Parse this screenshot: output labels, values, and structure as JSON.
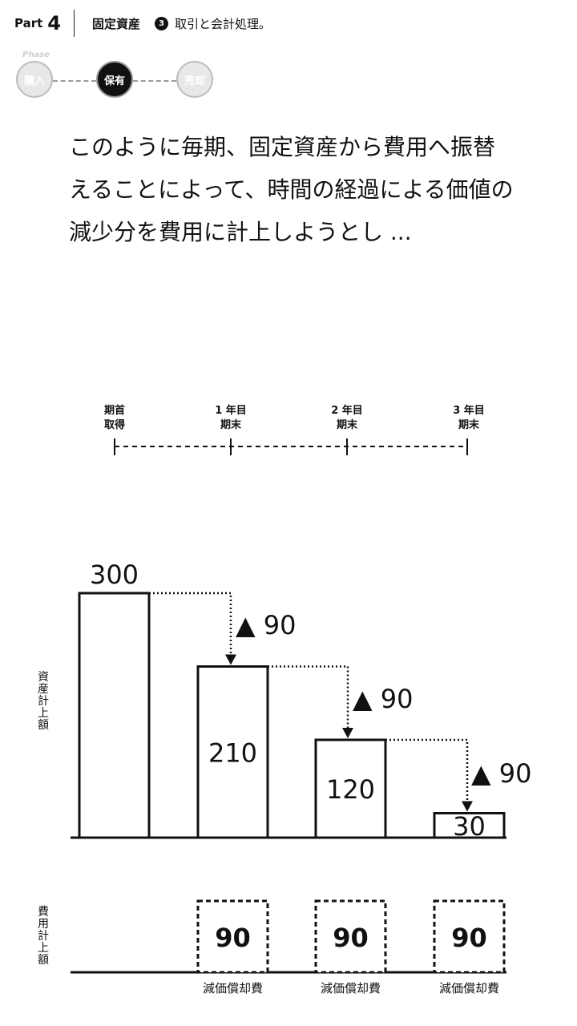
{
  "header": {
    "part_label": "Part",
    "part_number": "4",
    "section_title": "固定資産",
    "step_number": "3",
    "subtitle": "取引と会計処理。"
  },
  "phases": {
    "label": "Phase",
    "items": [
      {
        "label": "購入",
        "state": "inactive"
      },
      {
        "label": "保有",
        "state": "active"
      },
      {
        "label": "売却",
        "state": "inactive"
      }
    ]
  },
  "paragraph": {
    "lines": [
      "このように毎期、固定資産から費用へ振替",
      "えることによって、時間の経過による価値の",
      "減少分を費用に計上しようとし ..."
    ]
  },
  "timeline": {
    "points": [
      {
        "line1": "期首",
        "line2": "取得"
      },
      {
        "line1": "1 年目",
        "line2": "期末"
      },
      {
        "line1": "2 年目",
        "line2": "期末"
      },
      {
        "line1": "3 年目",
        "line2": "期末"
      }
    ]
  },
  "axis": {
    "asset_label": [
      "資",
      "産",
      "計",
      "上",
      "額"
    ],
    "expense_label": [
      "費",
      "用",
      "計",
      "上",
      "額"
    ]
  },
  "chart_data": {
    "type": "bar",
    "categories": [
      "期首 取得",
      "1 年目 期末",
      "2 年目 期末",
      "3 年目 期末"
    ],
    "series": [
      {
        "values": [
          300,
          210,
          120,
          30
        ]
      },
      {
        "values": [
          null,
          90,
          90,
          90
        ]
      }
    ],
    "decrease_labels": [
      "▲ 90",
      "▲ 90",
      "▲ 90"
    ],
    "expense_caption": "減価償却費",
    "ylim": [
      0,
      300
    ]
  }
}
